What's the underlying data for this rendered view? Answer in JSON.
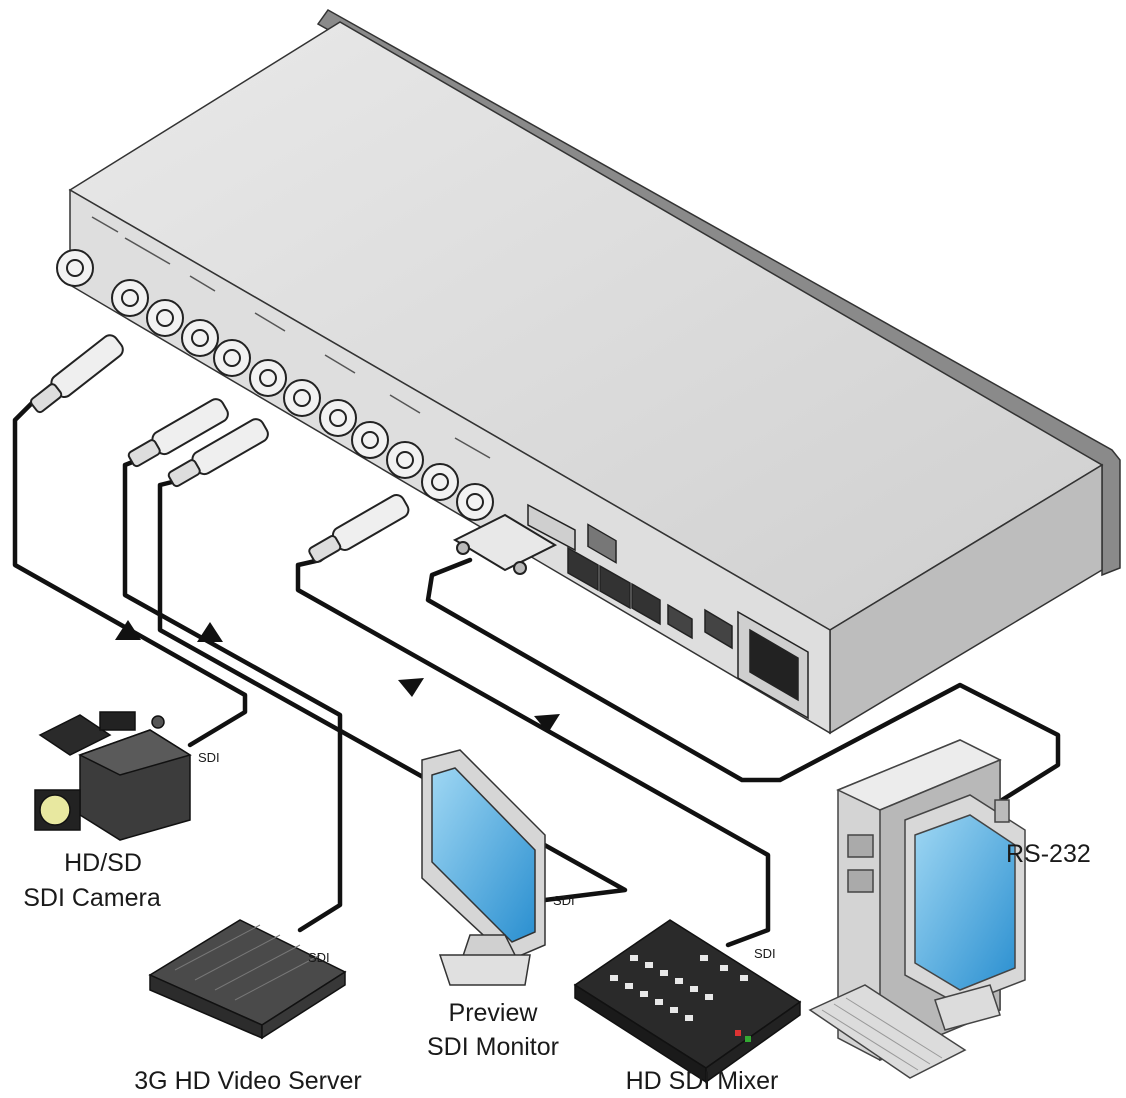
{
  "devices": {
    "camera": {
      "line1": "HD/SD",
      "line2": "SDI Camera",
      "port": "SDI"
    },
    "video_server": {
      "label": "3G HD Video Server",
      "port": "SDI"
    },
    "preview_monitor": {
      "line1": "Preview",
      "line2": "SDI Monitor",
      "port": "SDI"
    },
    "mixer": {
      "label": "HD SDI Mixer",
      "port": "SDI"
    },
    "pc": {
      "label": "RS-232"
    }
  }
}
